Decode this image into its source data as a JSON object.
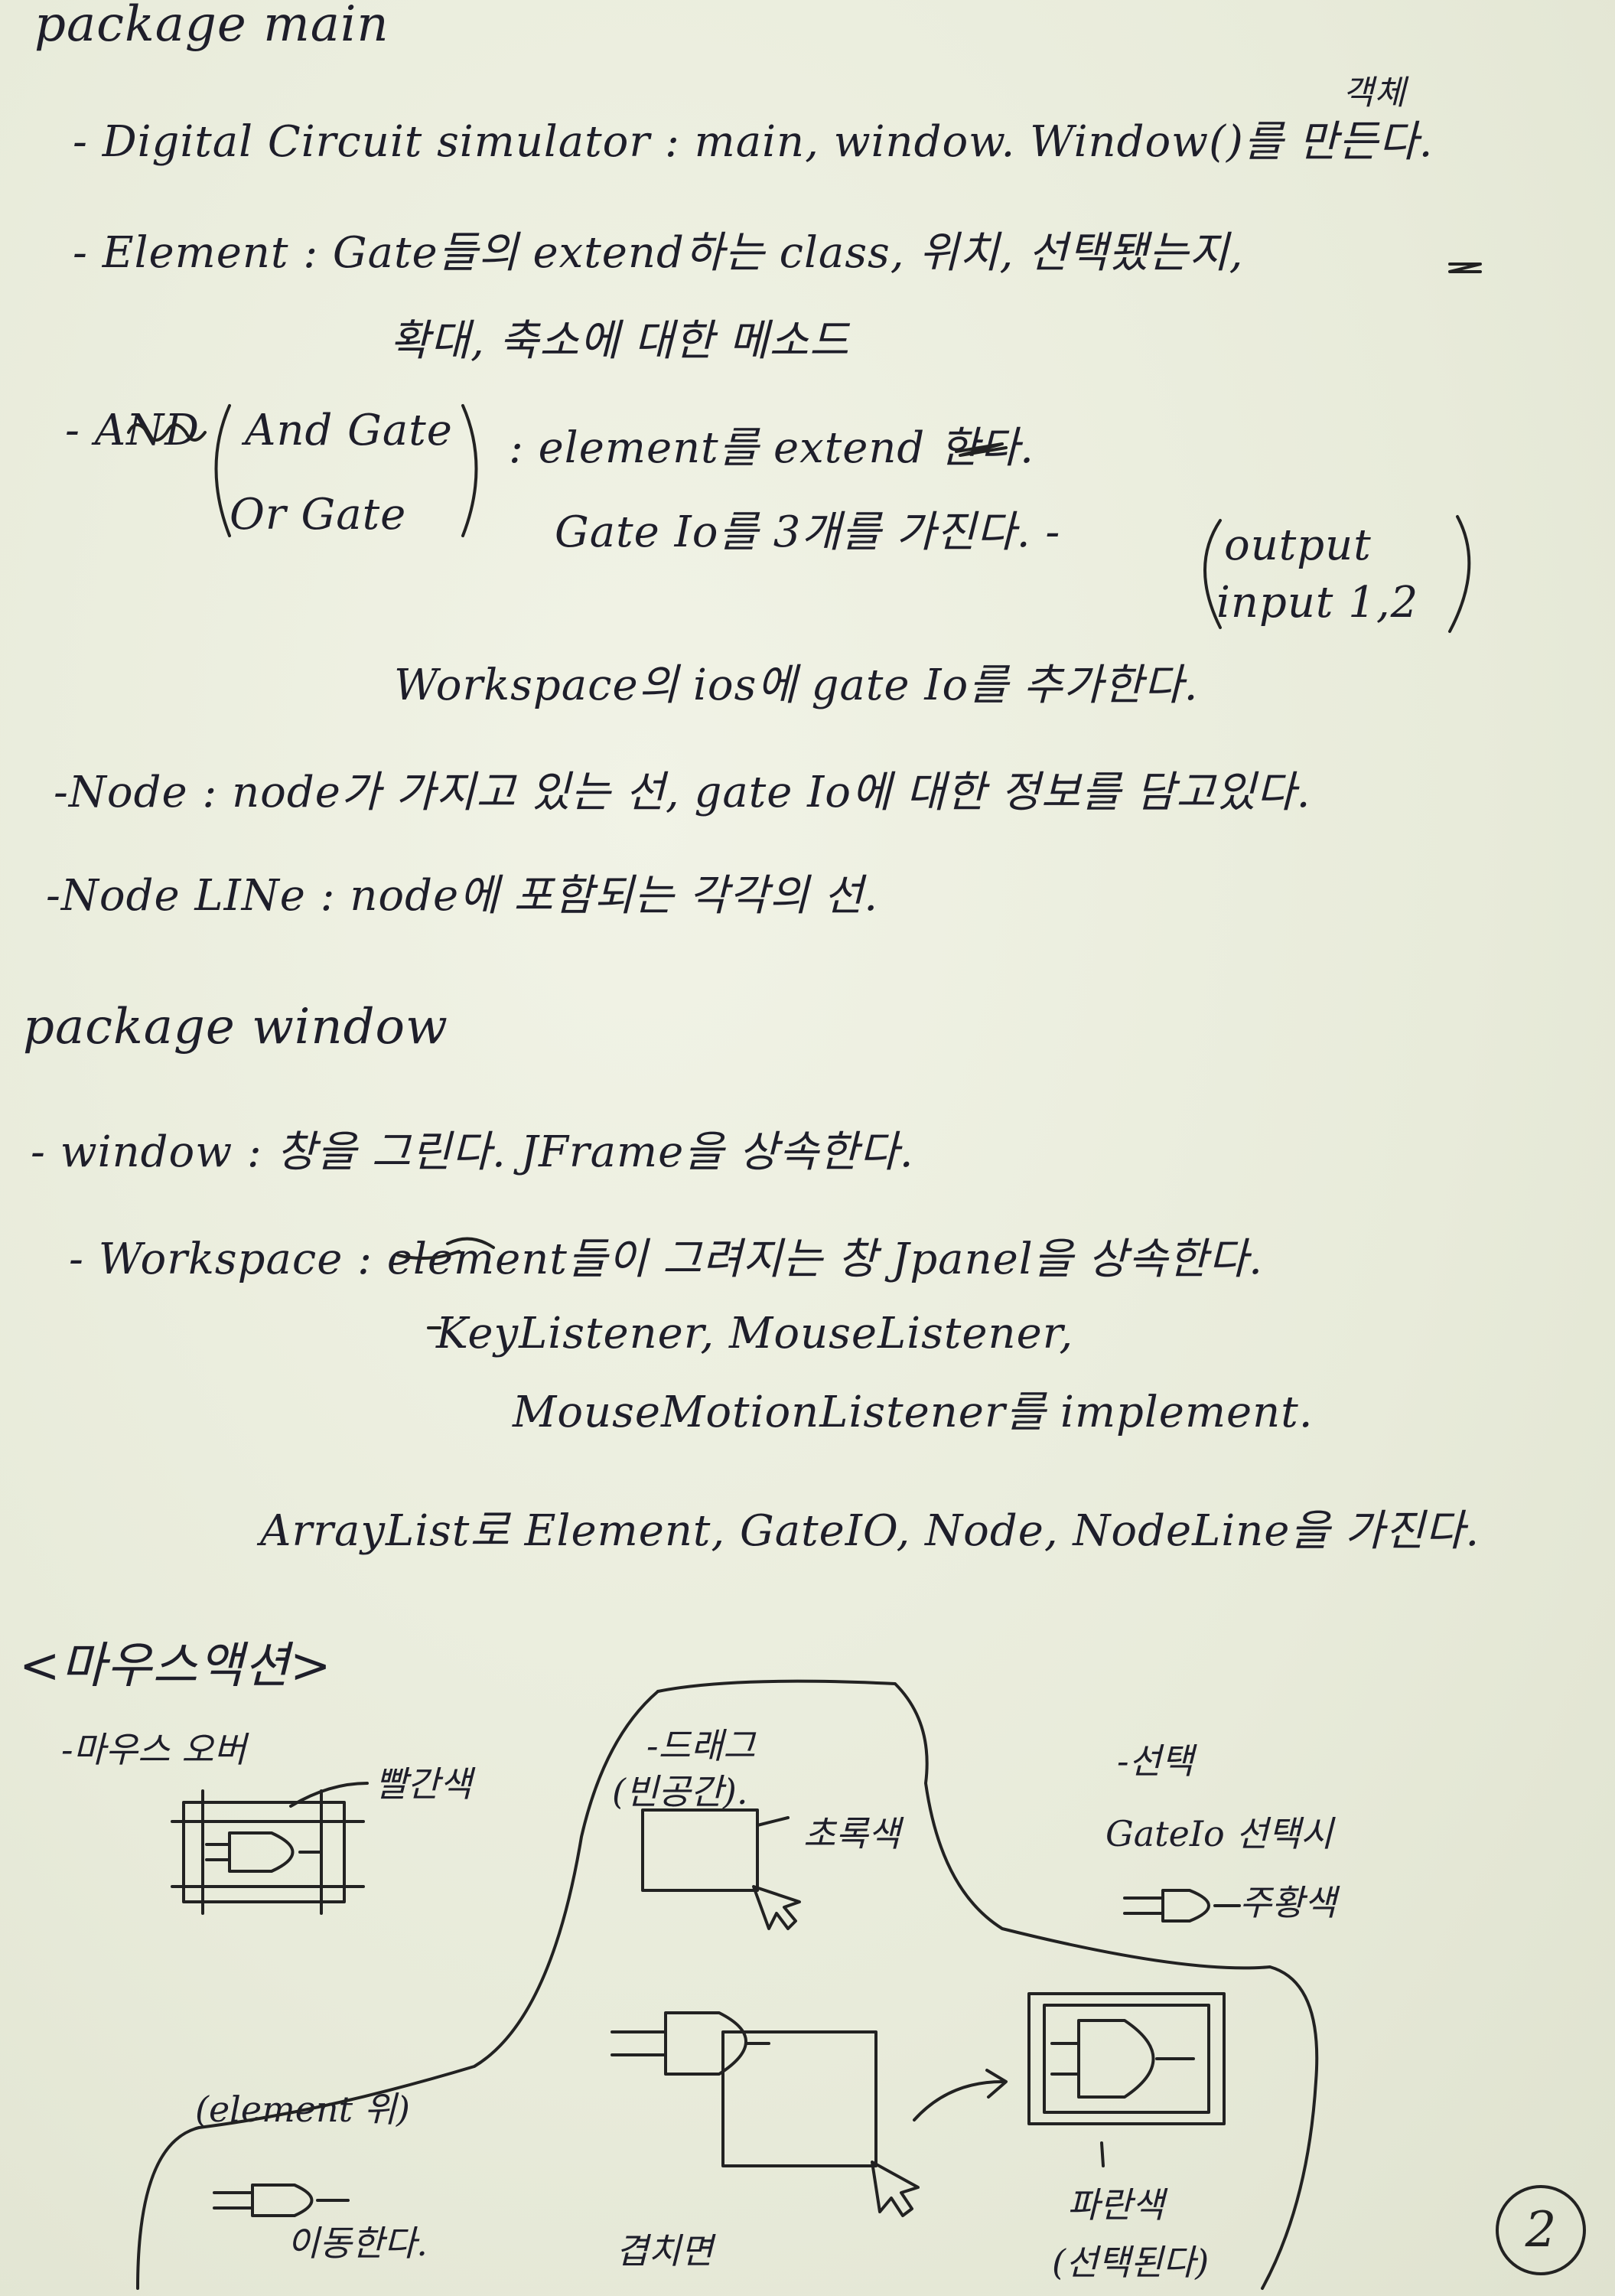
{
  "pkg_main": {
    "header": "package main",
    "l1": "- Digital Circuit simulator : main, window. Window()를 만든다.",
    "l1_note": "객체",
    "l2": "- Element : Gate들의 extend하는 class, 위치, 선택됐는지,",
    "l3": "확대, 축소에 대한 메소드",
    "l4_a": "- AND",
    "l4_b": "And Gate",
    "l4_c": "Or Gate",
    "l4_d": ": element를 extend 한다.",
    "l5": "Gate Io를 3개를 가진다. -",
    "l5_out": "output",
    "l5_in": "input 1,2",
    "l6": "Workspace의 ios에 gate Io를 추가한다.",
    "l7": "-Node : node가 가지고 있는 선, gate Io에 대한 정보를 담고있다.",
    "l8": "-Node LINe : node에 포함되는 각각의 선."
  },
  "pkg_window": {
    "header": "package window",
    "l1": "- window : 창을 그린다. JFrame을 상속한다.",
    "l2": "- Workspace : element들이 그려지는 창 Jpanel을 상속한다.",
    "l3": "KeyListener, MouseListener,",
    "l4": "MouseMotionListener를 implement.",
    "l5": "ArrayList로 Element, GateIO, Node, NodeLine을 가진다."
  },
  "mouse_action": {
    "header": "<마우스액션>",
    "hover_title": "-마우스 오버",
    "hover_color": "빨간색",
    "drag_title": "-드래그",
    "drag_sub": "(빈공간).",
    "drag_color": "초록색",
    "select_title": "-선택",
    "select_sub": "GateIo 선택시",
    "select_color": "주황색",
    "elem_label": "(element 위)",
    "elem_move": "이동한다.",
    "overlap": "겹치면",
    "blue": "파란색",
    "selected": "(선택된다)"
  },
  "page_number": "2"
}
